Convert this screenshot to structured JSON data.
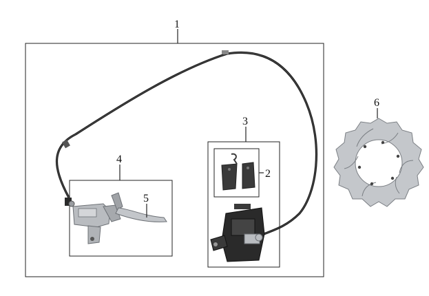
{
  "diagram": {
    "callouts": [
      {
        "id": "1",
        "label": "1"
      },
      {
        "id": "2",
        "label": "2"
      },
      {
        "id": "3",
        "label": "3"
      },
      {
        "id": "4",
        "label": "4"
      },
      {
        "id": "5",
        "label": "5"
      },
      {
        "id": "6",
        "label": "6"
      }
    ],
    "colors": {
      "line": "#222222",
      "hose": "#1c1c1c",
      "metal": "#b9bcc0",
      "metal_dark": "#6c7075",
      "caliper": "#2a2a2a",
      "pad": "#3a3a3a"
    }
  }
}
